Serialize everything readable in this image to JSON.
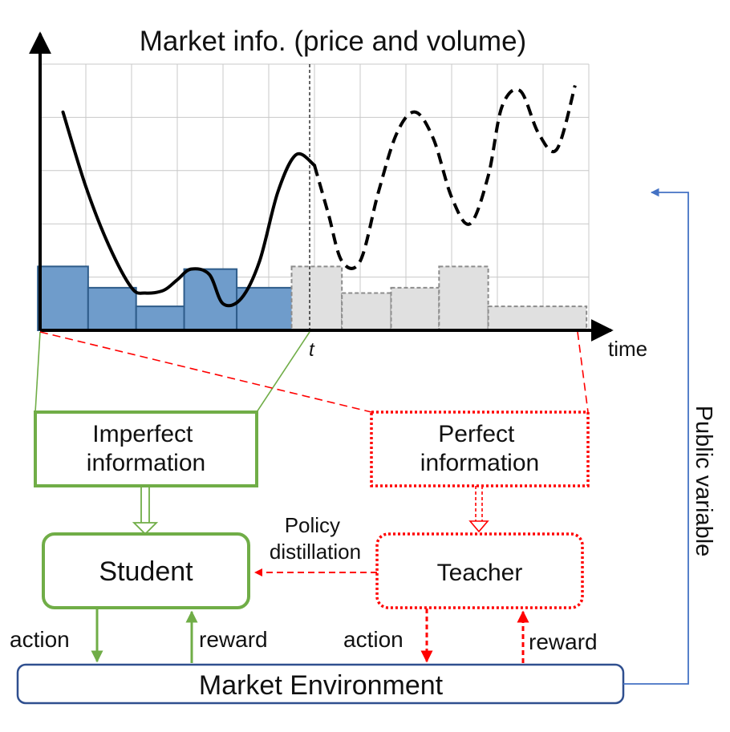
{
  "chart": {
    "title": "Market info. (price and volume)",
    "x_axis_label": "time",
    "split_label": "t"
  },
  "chart_data": {
    "type": "line",
    "title": "Market info. (price and volume)",
    "xlabel": "time",
    "ylabel": "",
    "split_marker": "t",
    "price_observed": {
      "x": [
        0.5,
        1.0,
        1.5,
        2.0,
        2.3,
        2.7,
        3.0,
        3.3,
        3.7,
        4.0,
        4.4,
        4.8,
        5.2,
        5.6,
        6.0
      ],
      "y": [
        4.1,
        2.7,
        1.6,
        0.8,
        0.7,
        0.75,
        0.95,
        1.15,
        1.05,
        0.5,
        0.6,
        1.3,
        2.6,
        3.3,
        3.1
      ]
    },
    "price_future": {
      "x": [
        6.0,
        6.3,
        6.6,
        7.0,
        7.4,
        7.8,
        8.2,
        8.6,
        9.0,
        9.4,
        9.8,
        10.1,
        10.5,
        10.9,
        11.3,
        11.7
      ],
      "y": [
        3.1,
        2.2,
        1.3,
        1.3,
        2.6,
        3.7,
        4.1,
        3.6,
        2.5,
        2.0,
        2.9,
        4.2,
        4.5,
        3.7,
        3.4,
        4.6
      ]
    },
    "volume_observed": {
      "x": [
        0.5,
        1.6,
        2.6,
        3.7,
        4.9
      ],
      "y": [
        1.2,
        0.8,
        0.45,
        1.15,
        0.8
      ]
    },
    "volume_future": {
      "x": [
        6.05,
        7.15,
        8.2,
        9.25,
        10.35
      ],
      "y": [
        1.2,
        0.7,
        0.8,
        1.2,
        0.45
      ]
    },
    "xlim": [
      0,
      12
    ],
    "ylim": [
      0,
      5
    ],
    "grid": true
  },
  "boxes": {
    "imperfect": "Imperfect\ninformation",
    "perfect": "Perfect\ninformation",
    "student": "Student",
    "teacher": "Teacher",
    "environment": "Market Environment"
  },
  "labels": {
    "policy_distillation": "Policy\ndistillation",
    "student_action": "action",
    "student_reward": "reward",
    "teacher_action": "action",
    "teacher_reward": "reward",
    "public_variable": "Public variable"
  },
  "colors": {
    "green": "#70AD47",
    "red": "#FF0000",
    "blue_bar": "#6F9CCB",
    "blue_bar_stroke": "#2E5C8A",
    "gray_bar": "#E0E0E0",
    "gray_bar_stroke": "#8C8C8C",
    "blue_line": "#4472C4",
    "grid": "#C8C8C8"
  }
}
